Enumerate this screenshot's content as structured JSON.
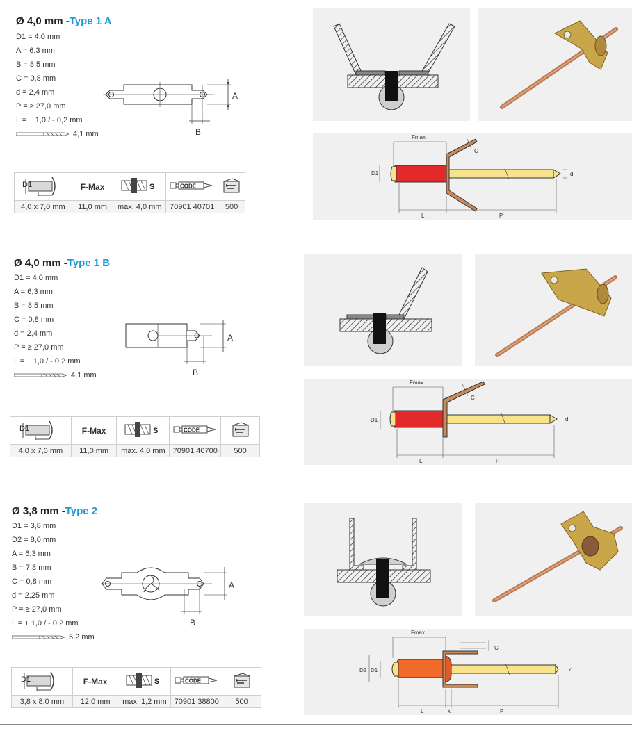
{
  "sections": [
    {
      "title_prefix": "Ø 4,0 mm -",
      "title_type": "Type 1 A",
      "specs": [
        "D1 = 4,0 mm",
        "A = 6,3 mm",
        "B = 8,5 mm",
        "C = 0,8 mm",
        "d = 2,4 mm",
        "P = ≥ 27,0 mm",
        "L = + 1,0 / - 0,2 mm"
      ],
      "drill": "4,1 mm",
      "dim_a": "A",
      "dim_b": "B",
      "table_header": {
        "fmax": "F-Max"
      },
      "table_values": [
        "4,0 x 7,0 mm",
        "11,0 mm",
        "max. 4,0 mm",
        "70901 40701",
        "500"
      ]
    },
    {
      "title_prefix": "Ø 4,0 mm -",
      "title_type": "Type 1 B",
      "specs": [
        "D1 = 4,0 mm",
        "A = 6,3 mm",
        "B = 8,5 mm",
        "C = 0,8 mm",
        "d = 2,4 mm",
        "P = ≥ 27,0 mm",
        "L = + 1,0 / - 0,2 mm"
      ],
      "drill": "4,1 mm",
      "dim_a": "A",
      "dim_b": "B",
      "table_header": {
        "fmax": "F-Max"
      },
      "table_values": [
        "4,0 x 7,0 mm",
        "11,0 mm",
        "max. 4,0 mm",
        "70901 40700",
        "500"
      ]
    },
    {
      "title_prefix": "Ø 3,8 mm -",
      "title_type": "Type 2",
      "specs": [
        "D1 = 3,8 mm",
        "D2 = 8,0 mm",
        "A = 6,3 mm",
        "B = 7,8 mm",
        "C = 0,8 mm",
        "d = 2,25 mm",
        "P = ≥ 27,0 mm",
        "L = + 1,0 / - 0,2 mm"
      ],
      "drill": "5,2 mm",
      "dim_a": "A",
      "dim_b": "B",
      "table_header": {
        "fmax": "F-Max"
      },
      "table_values": [
        "3,8 x 8,0 mm",
        "12,0 mm",
        "max. 1,2 mm",
        "70901 38800",
        "500"
      ]
    }
  ],
  "icons": {
    "rivet": "rivet-size-icon",
    "grip": "grip-range-icon",
    "code": "code-icon",
    "box": "box-quantity-icon"
  },
  "icon_labels": {
    "rivet": "D1",
    "code": "CODE",
    "grip": "S"
  },
  "tech_labels": {
    "fmax": "Fmax",
    "c": "C",
    "d1": "D1",
    "d2": "D2",
    "d": "d",
    "l": "L",
    "p": "P",
    "k": "k"
  },
  "colors": {
    "accent": "#1a9ad6",
    "rivet_red": "#e32a2a",
    "rivet_orange": "#f26a2a",
    "mandrel": "#f7e48a",
    "copper": "#c98a5a",
    "brass": "#c9a64a"
  }
}
